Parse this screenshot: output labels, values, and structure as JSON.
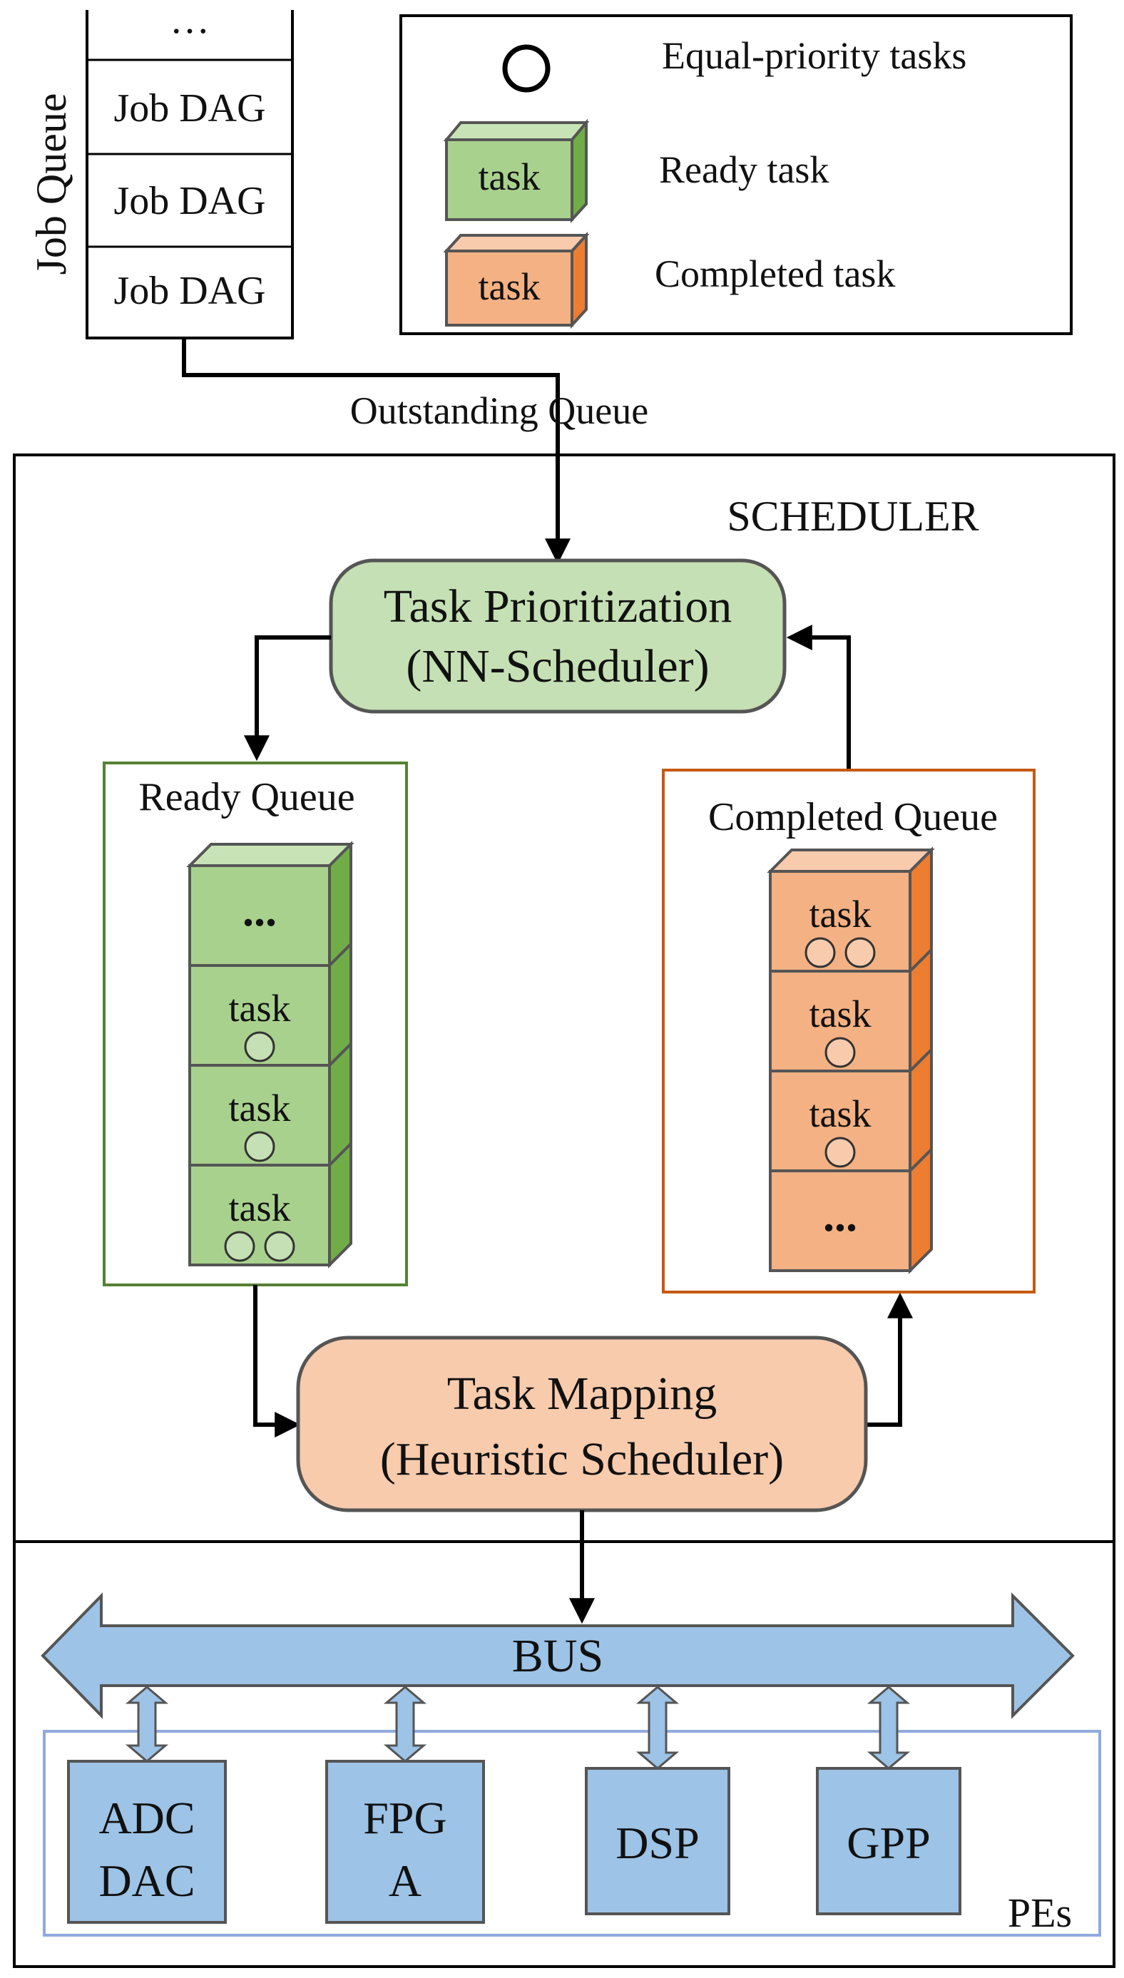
{
  "job_queue": {
    "title": "Job Queue",
    "ellipsis": "…",
    "items": [
      "Job DAG",
      "Job DAG",
      "Job DAG"
    ]
  },
  "legend": {
    "equal_priority": "Equal-priority tasks",
    "ready_task": "Ready task",
    "completed_task": "Completed task",
    "task_label": "task"
  },
  "outstanding_queue": "Outstanding Queue",
  "scheduler": {
    "title": "SCHEDULER",
    "prioritization": {
      "line1": "Task Prioritization",
      "line2": "(NN-Scheduler)"
    },
    "mapping": {
      "line1": "Task Mapping",
      "line2": "(Heuristic Scheduler)"
    },
    "ready_queue": {
      "title": "Ready Queue",
      "blocks": [
        "...",
        "task",
        "task",
        "task"
      ],
      "circle_counts": [
        0,
        1,
        1,
        2
      ]
    },
    "completed_queue": {
      "title": "Completed Queue",
      "blocks": [
        "task",
        "task",
        "task",
        "..."
      ],
      "circle_counts": [
        2,
        1,
        1,
        0
      ]
    }
  },
  "bus": {
    "label": "BUS"
  },
  "pes": {
    "label": "PEs",
    "items": [
      {
        "line1": "ADC",
        "line2": "DAC"
      },
      {
        "line1": "FPG",
        "line2": "A"
      },
      {
        "line1": "DSP",
        "line2": ""
      },
      {
        "line1": "GPP",
        "line2": ""
      }
    ]
  },
  "colors": {
    "green_fill": "#a9d18e",
    "green_top": "#c8e3b5",
    "green_side": "#70ad47",
    "green_box": "#548235",
    "orange_fill": "#f4b183",
    "orange_top": "#f8cbad",
    "orange_side": "#ed7d31",
    "orange_box": "#c55a11",
    "blue_fill": "#9dc3e6",
    "blue_border": "#8faadc",
    "gray_border": "#555555",
    "node_green": "#c5e0b4",
    "node_orange": "#f8cbad"
  }
}
